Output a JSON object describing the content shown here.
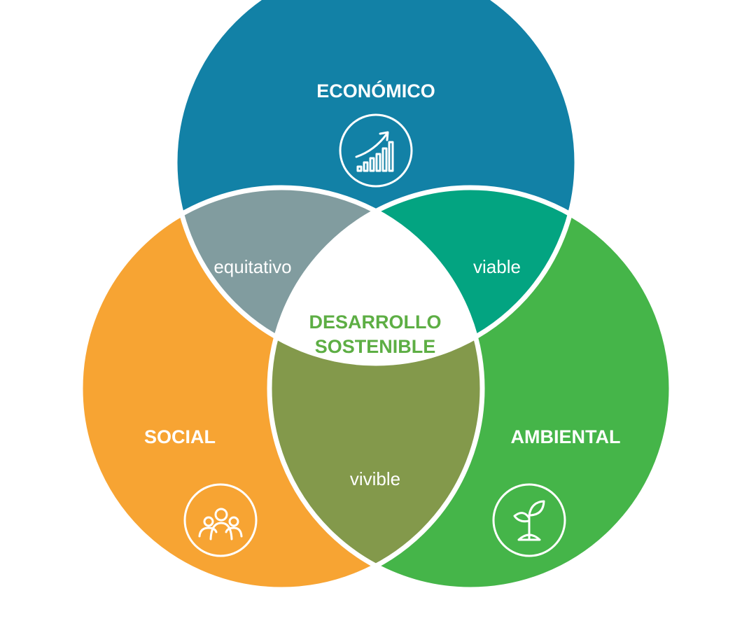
{
  "diagram": {
    "circles": {
      "economico": {
        "label": "ECONÓMICO",
        "color": "#1281A6",
        "icon": "growth-chart-icon"
      },
      "social": {
        "label": "SOCIAL",
        "color": "#F7A433",
        "icon": "people-group-icon"
      },
      "ambiental": {
        "label": "AMBIENTAL",
        "color": "#45B549",
        "icon": "sprout-icon"
      }
    },
    "intersections": {
      "equitativo": {
        "label": "equitativo",
        "color": "#819C9F"
      },
      "viable": {
        "label": "viable",
        "color": "#03A481"
      },
      "vivible": {
        "label": "vivible",
        "color": "#83994B"
      }
    },
    "center": {
      "line1": "DESARROLLO",
      "line2": "SOSTENIBLE",
      "text_color": "#5DAE44",
      "fill": "#ffffff"
    }
  }
}
